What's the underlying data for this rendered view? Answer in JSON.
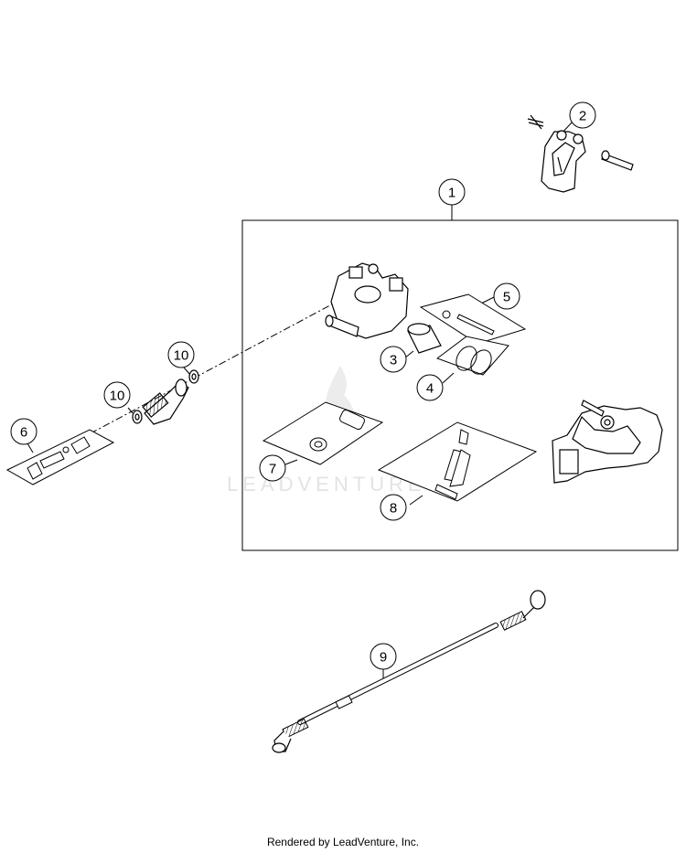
{
  "callouts": [
    {
      "id": "c1",
      "label": "1"
    },
    {
      "id": "c2",
      "label": "2"
    },
    {
      "id": "c3",
      "label": "3"
    },
    {
      "id": "c4",
      "label": "4"
    },
    {
      "id": "c5",
      "label": "5"
    },
    {
      "id": "c6",
      "label": "6"
    },
    {
      "id": "c7",
      "label": "7"
    },
    {
      "id": "c8",
      "label": "8"
    },
    {
      "id": "c9",
      "label": "9"
    },
    {
      "id": "c10a",
      "label": "10"
    },
    {
      "id": "c10b",
      "label": "10"
    }
  ],
  "watermark": "LEADVENTURE",
  "footer": "Rendered by LeadVenture, Inc."
}
